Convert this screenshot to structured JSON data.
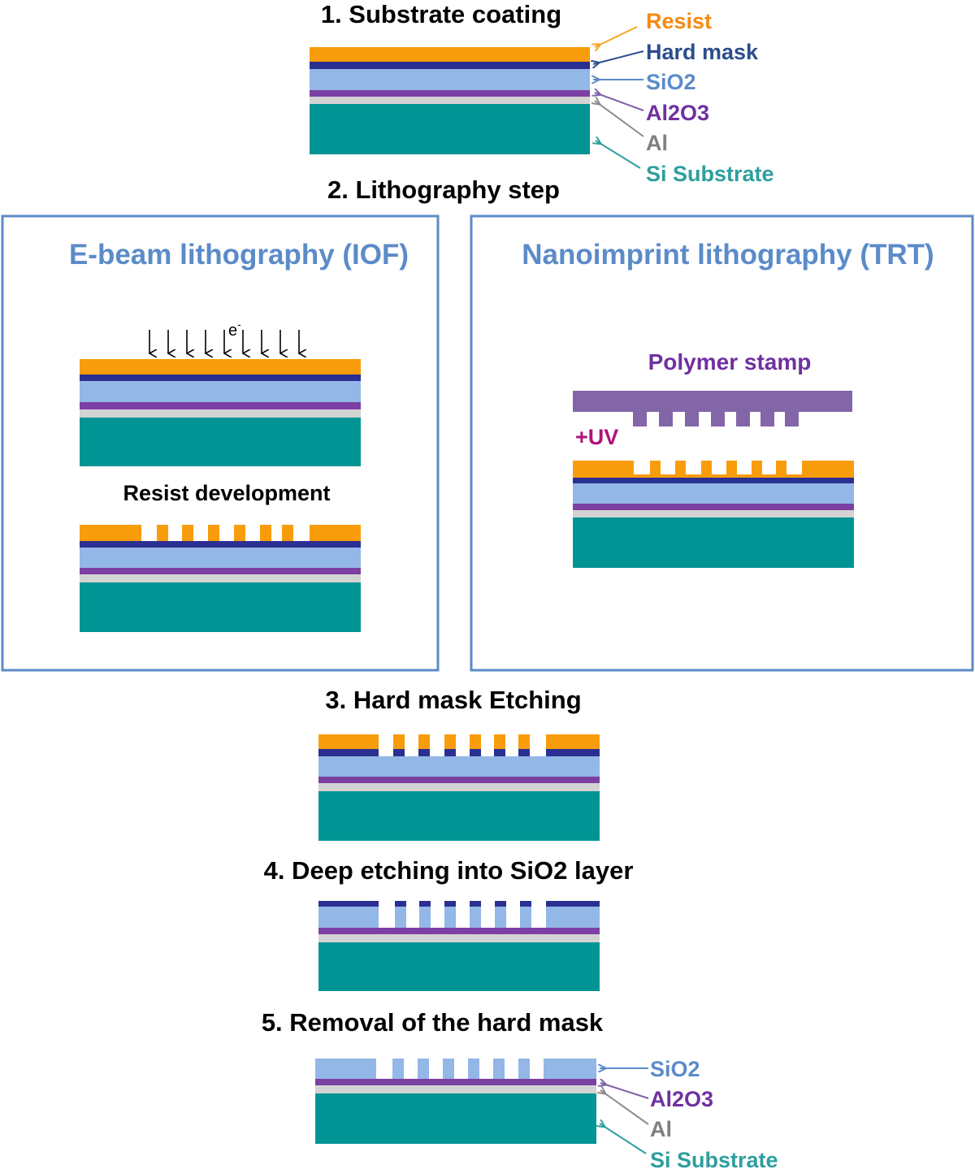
{
  "colors": {
    "resist": "#f99c0c",
    "hard_mask": "#2a2f91",
    "sio2": "#93b7e6",
    "al2o3": "#7c3fa3",
    "al": "#d3d3d3",
    "substrate": "#009494",
    "stamp": "#8266a8",
    "panel_border": "#5b8bc9",
    "uv": "#b0127b",
    "label_resist": "#f58a12",
    "label_hardmask": "#2b4d8c",
    "label_sio2": "#5b8bc9",
    "label_al2o3": "#7030a0",
    "label_al": "#7f7f7f",
    "label_substrate": "#2f9e9e"
  },
  "steps": {
    "s1": "1. Substrate coating",
    "s2": "2. Lithography step",
    "s3": "3. Hard mask Etching",
    "s4": "4. Deep etching into SiO2 layer",
    "s5": "5. Removal of the hard mask"
  },
  "legend_top": {
    "resist": "Resist",
    "hard_mask": "Hard mask",
    "sio2": "SiO2",
    "al2o3": "Al2O3",
    "al": "Al",
    "substrate": "Si Substrate"
  },
  "legend_bottom": {
    "sio2": "SiO2",
    "al2o3": "Al2O3",
    "al": "Al",
    "substrate": "Si Substrate"
  },
  "ebeam": {
    "title": "E-beam lithography (IOF)",
    "electron": "e",
    "electron_sup": "-",
    "resist_development": "Resist development"
  },
  "nil": {
    "title": "Nanoimprint lithography (TRT)",
    "stamp_label": "Polymer stamp",
    "uv_label": "+UV"
  }
}
